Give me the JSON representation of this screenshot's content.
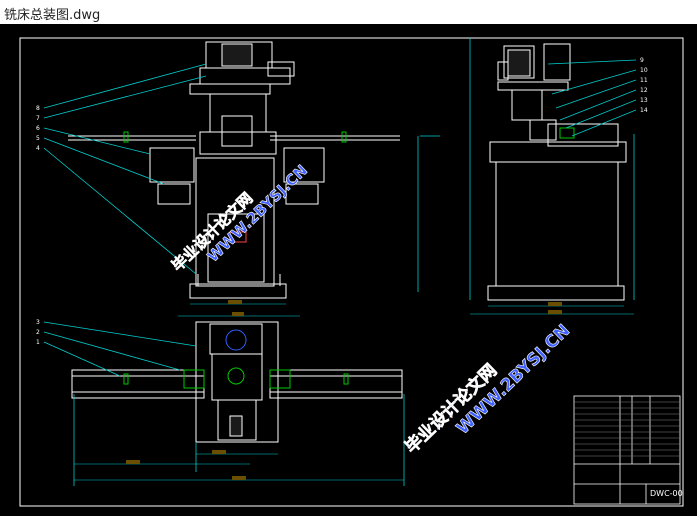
{
  "window": {
    "title": "铣床总装图.dwg"
  },
  "drawing": {
    "watermark_cn": "毕业设计论文网",
    "watermark_url": "WWW.2BYSJ.CN",
    "drawing_number": "DWC-00",
    "front_callouts": [
      "8",
      "7",
      "6",
      "5",
      "4"
    ],
    "side_callouts": [
      "9",
      "10",
      "11",
      "12",
      "13",
      "14"
    ],
    "plan_callouts": [
      "3",
      "2",
      "1"
    ],
    "colors": {
      "background": "#000000",
      "outline": "#ffffff",
      "cyan": "#00d0d0",
      "accent": "#3060ff",
      "green": "#00c800"
    }
  }
}
